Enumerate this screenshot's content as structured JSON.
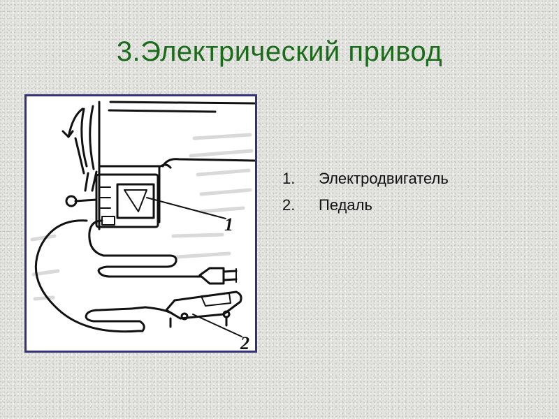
{
  "slide": {
    "title": "3.Электрический привод"
  },
  "figure": {
    "callouts": [
      "1",
      "2"
    ]
  },
  "parts": [
    {
      "number": "1.",
      "label": "Электродвигатель"
    },
    {
      "number": "2.",
      "label": "Педаль"
    }
  ],
  "colors": {
    "title": "#1a6b1a",
    "frame_border": "#33337a",
    "line_art": "#111111"
  }
}
